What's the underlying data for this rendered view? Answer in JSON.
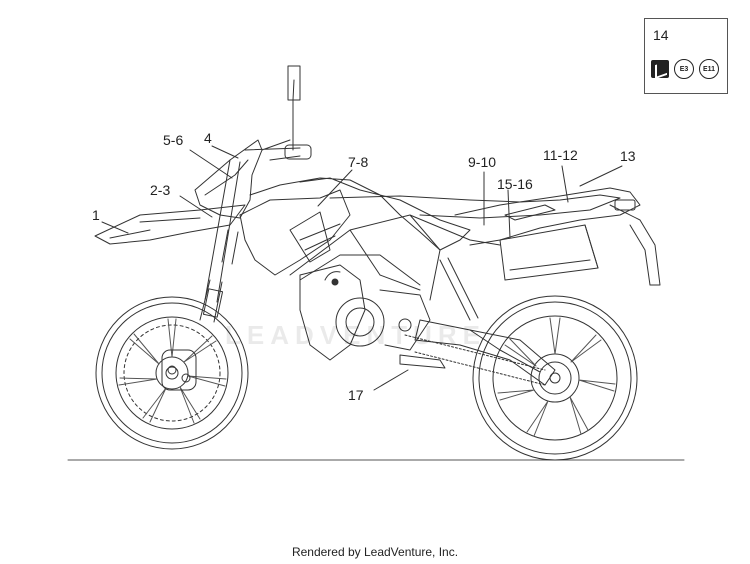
{
  "diagram": {
    "callouts": [
      {
        "id": "c1",
        "text": "1"
      },
      {
        "id": "c2",
        "text": "2-3"
      },
      {
        "id": "c3",
        "text": "5-6"
      },
      {
        "id": "c4",
        "text": "4"
      },
      {
        "id": "c5",
        "text": "7-8"
      },
      {
        "id": "c6",
        "text": "9-10"
      },
      {
        "id": "c7",
        "text": "11-12"
      },
      {
        "id": "c8",
        "text": "13"
      },
      {
        "id": "c9",
        "text": "15-16"
      },
      {
        "id": "c10",
        "text": "17"
      }
    ],
    "legend": {
      "number": "14",
      "badges": [
        "E3",
        "E11"
      ]
    },
    "watermark": "LEADVENTURE",
    "footer": "Rendered by LeadVenture, Inc."
  },
  "colors": {
    "line": "#333333",
    "light": "#888888"
  }
}
